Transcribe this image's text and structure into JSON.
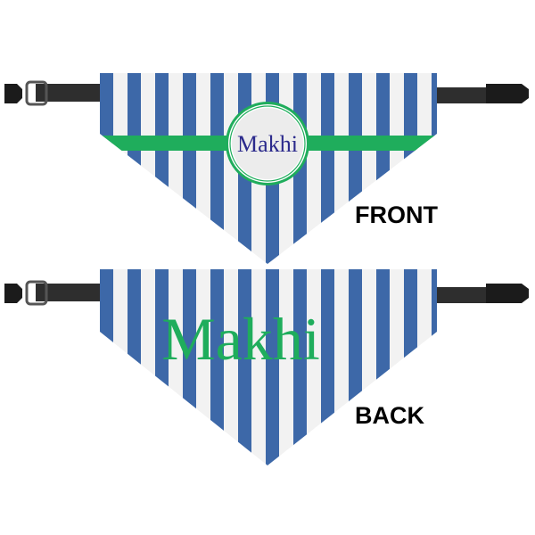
{
  "front": {
    "label": "FRONT",
    "name": "Makhi"
  },
  "back": {
    "label": "BACK",
    "name": "Makhi"
  },
  "colors": {
    "stripe_blue": "#3d68a8",
    "stripe_white": "#f2f2f2",
    "accent_green": "#1fad5c",
    "name_navy": "#2b2a8c",
    "strap": "#2a2a2a"
  }
}
